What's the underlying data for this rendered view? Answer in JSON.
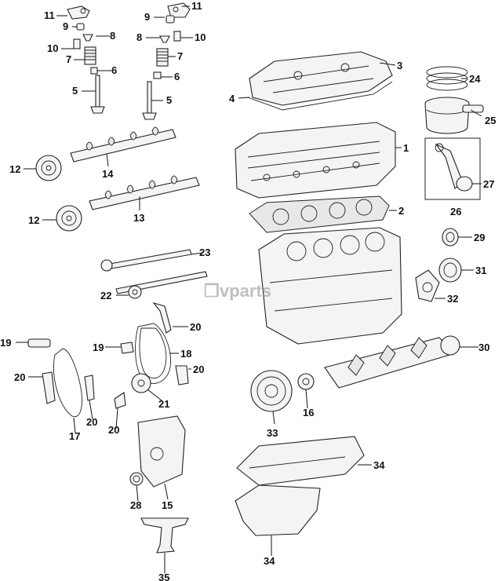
{
  "watermark": {
    "mark": "❒",
    "text": "vparts"
  },
  "callouts": [
    {
      "id": "c-11a",
      "label": "11"
    },
    {
      "id": "c-9a",
      "label": "9"
    },
    {
      "id": "c-8a",
      "label": "8"
    },
    {
      "id": "c-10a",
      "label": "10"
    },
    {
      "id": "c-7a",
      "label": "7"
    },
    {
      "id": "c-6a",
      "label": "6"
    },
    {
      "id": "c-5a",
      "label": "5"
    },
    {
      "id": "c-11b",
      "label": "11"
    },
    {
      "id": "c-9b",
      "label": "9"
    },
    {
      "id": "c-8b",
      "label": "8"
    },
    {
      "id": "c-10b",
      "label": "10"
    },
    {
      "id": "c-7b",
      "label": "7"
    },
    {
      "id": "c-6b",
      "label": "6"
    },
    {
      "id": "c-5b",
      "label": "5"
    },
    {
      "id": "c-3",
      "label": "3"
    },
    {
      "id": "c-4",
      "label": "4"
    },
    {
      "id": "c-24",
      "label": "24"
    },
    {
      "id": "c-25",
      "label": "25"
    },
    {
      "id": "c-1",
      "label": "1"
    },
    {
      "id": "c-27",
      "label": "27"
    },
    {
      "id": "c-26",
      "label": "26"
    },
    {
      "id": "c-2",
      "label": "2"
    },
    {
      "id": "c-12a",
      "label": "12"
    },
    {
      "id": "c-14",
      "label": "14"
    },
    {
      "id": "c-12b",
      "label": "12"
    },
    {
      "id": "c-13",
      "label": "13"
    },
    {
      "id": "c-29",
      "label": "29"
    },
    {
      "id": "c-31",
      "label": "31"
    },
    {
      "id": "c-32",
      "label": "32"
    },
    {
      "id": "c-23",
      "label": "23"
    },
    {
      "id": "c-22",
      "label": "22"
    },
    {
      "id": "c-20a",
      "label": "20"
    },
    {
      "id": "c-19a",
      "label": "19"
    },
    {
      "id": "c-19b",
      "label": "19"
    },
    {
      "id": "c-18",
      "label": "18"
    },
    {
      "id": "c-20b",
      "label": "20"
    },
    {
      "id": "c-20c",
      "label": "20"
    },
    {
      "id": "c-21",
      "label": "21"
    },
    {
      "id": "c-20d",
      "label": "20"
    },
    {
      "id": "c-17",
      "label": "17"
    },
    {
      "id": "c-20e",
      "label": "20"
    },
    {
      "id": "c-30",
      "label": "30"
    },
    {
      "id": "c-16",
      "label": "16"
    },
    {
      "id": "c-33",
      "label": "33"
    },
    {
      "id": "c-34a",
      "label": "34"
    },
    {
      "id": "c-34b",
      "label": "34"
    },
    {
      "id": "c-28",
      "label": "28"
    },
    {
      "id": "c-15",
      "label": "15"
    },
    {
      "id": "c-35",
      "label": "35"
    }
  ]
}
